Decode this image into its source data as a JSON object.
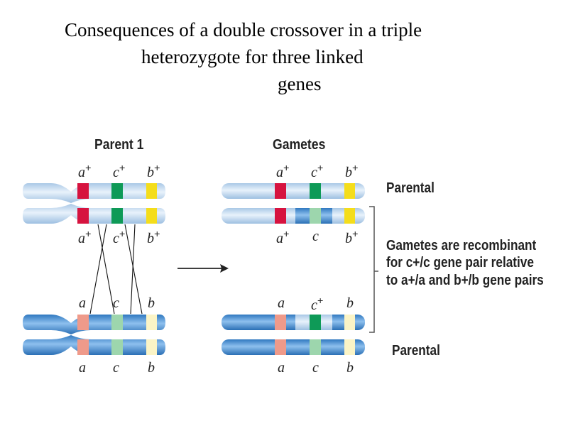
{
  "title": {
    "line1": "Consequences of a double crossover in a triple",
    "line2": "heterozygote for three linked",
    "line3": "genes"
  },
  "headings": {
    "parent": "Parent 1",
    "gametes": "Gametes"
  },
  "labels": {
    "parental_top": "Parental",
    "parental_bottom": "Parental",
    "recombinant_line1": "Gametes are recombinant",
    "recombinant_line2": "for c+/c gene pair relative",
    "recombinant_line3": "to a+/a and b+/b gene pairs"
  },
  "gene_labels": {
    "parent_top_above": [
      "a+",
      "c+",
      "b+"
    ],
    "parent_top_below": [
      "a+",
      "c+",
      "b+"
    ],
    "parent_bottom_above": [
      "a",
      "c",
      "b"
    ],
    "parent_bottom_below": [
      "a",
      "c",
      "b"
    ],
    "gamete1": [
      "a+",
      "c+",
      "b+"
    ],
    "gamete2": [
      "a+",
      "c",
      "b+"
    ],
    "gamete3": [
      "a",
      "c+",
      "b"
    ],
    "gamete4": [
      "a",
      "c",
      "b"
    ]
  },
  "colors": {
    "chromosome_light": "#c6dcf1",
    "chromosome_dark": "#4a8fd0",
    "a_plus": "#d6133f",
    "c_plus": "#0e9a57",
    "b_plus": "#f4dd1b",
    "a_minus": "#ef9a8a",
    "c_minus": "#9dd6ad",
    "b_minus": "#fbf4c6"
  }
}
